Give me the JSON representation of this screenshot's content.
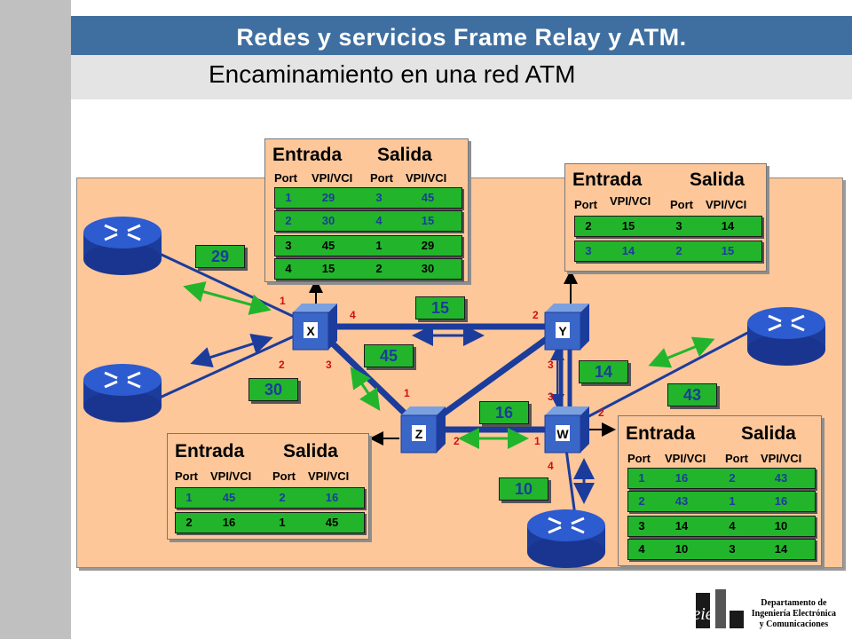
{
  "header": {
    "title": "Redes y servicios Frame Relay y ATM."
  },
  "subheader": {
    "title": "Encaminamiento en una red ATM"
  },
  "table_labels": {
    "entrada": "Entrada",
    "salida": "Salida",
    "port": "Port",
    "vpivci": "VPI/VCI"
  },
  "tables": {
    "x": {
      "rows": [
        [
          "1",
          "29",
          "3",
          "45"
        ],
        [
          "2",
          "30",
          "4",
          "15"
        ],
        [
          "3",
          "45",
          "1",
          "29"
        ],
        [
          "4",
          "15",
          "2",
          "30"
        ]
      ]
    },
    "y": {
      "rows": [
        [
          "2",
          "15",
          "3",
          "14"
        ],
        [
          "3",
          "14",
          "2",
          "15"
        ]
      ]
    },
    "z": {
      "rows": [
        [
          "1",
          "45",
          "2",
          "16"
        ],
        [
          "2",
          "16",
          "1",
          "45"
        ]
      ]
    },
    "w": {
      "rows": [
        [
          "1",
          "16",
          "2",
          "43"
        ],
        [
          "2",
          "43",
          "1",
          "16"
        ],
        [
          "3",
          "14",
          "4",
          "10"
        ],
        [
          "4",
          "10",
          "3",
          "14"
        ]
      ]
    }
  },
  "switches": {
    "x": "X",
    "y": "Y",
    "z": "Z",
    "w": "W"
  },
  "vci_boxes": {
    "b29": "29",
    "b30": "30",
    "b15": "15",
    "b45": "45",
    "b16": "16",
    "b14": "14",
    "b43": "43",
    "b10": "10"
  },
  "port_labels": {
    "x1": "1",
    "x2": "2",
    "x3": "3",
    "x4": "4",
    "y2": "2",
    "y3": "3",
    "z1": "1",
    "z2": "2",
    "w1": "1",
    "w2": "2",
    "w3": "3",
    "w4": "4"
  },
  "footer": {
    "line1": "Departamento de",
    "line2": "Ingeniería Electrónica",
    "line3": "y Comunicaciones"
  },
  "logo": {
    "text": "eie"
  },
  "colors": {
    "header": "#3f6fa0",
    "panel": "#fdc79a",
    "row": "#22b52c",
    "link": "#1c3c9c"
  }
}
